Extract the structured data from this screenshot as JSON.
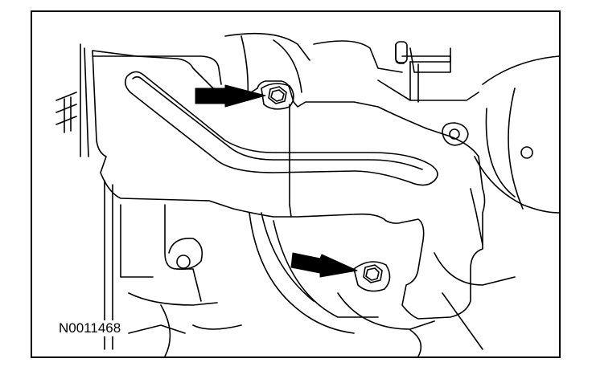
{
  "figure": {
    "id_label": "N0011468",
    "line_color": "#000000",
    "background_color": "#ffffff",
    "callouts": [
      {
        "name": "upper-bolt-arrow",
        "points_to": "upper-bolt"
      },
      {
        "name": "lower-bolt-arrow",
        "points_to": "lower-bolt"
      }
    ]
  }
}
